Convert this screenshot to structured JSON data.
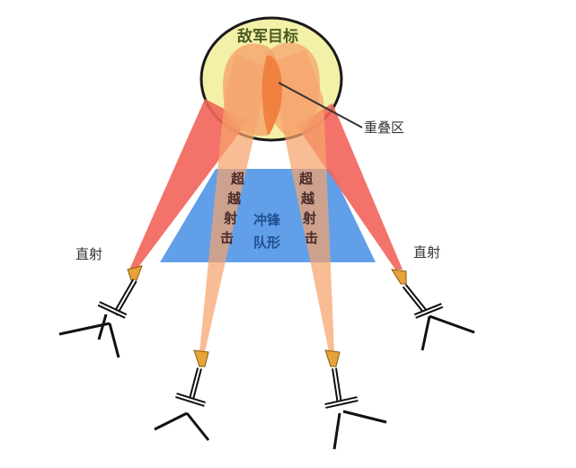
{
  "diagram": {
    "target_label": "敌军目标",
    "overlap_label": "重叠区",
    "direct_fire_left": "直射",
    "direct_fire_right": "直射",
    "overhead_fire_left": [
      "超",
      "越",
      "射",
      "击"
    ],
    "overhead_fire_right": [
      "超",
      "越",
      "射",
      "击"
    ],
    "formation_label_line1": "冲锋",
    "formation_label_line2": "队形",
    "colors": {
      "target_fill": "#f3f0a8",
      "target_stroke": "#1a1a1a",
      "direct_beam": "#f2645a",
      "overhead_beam": "#f5a46c",
      "overlap": "#ee7a3a",
      "formation": "#5a9ae8",
      "gun_stroke": "#111111"
    }
  }
}
